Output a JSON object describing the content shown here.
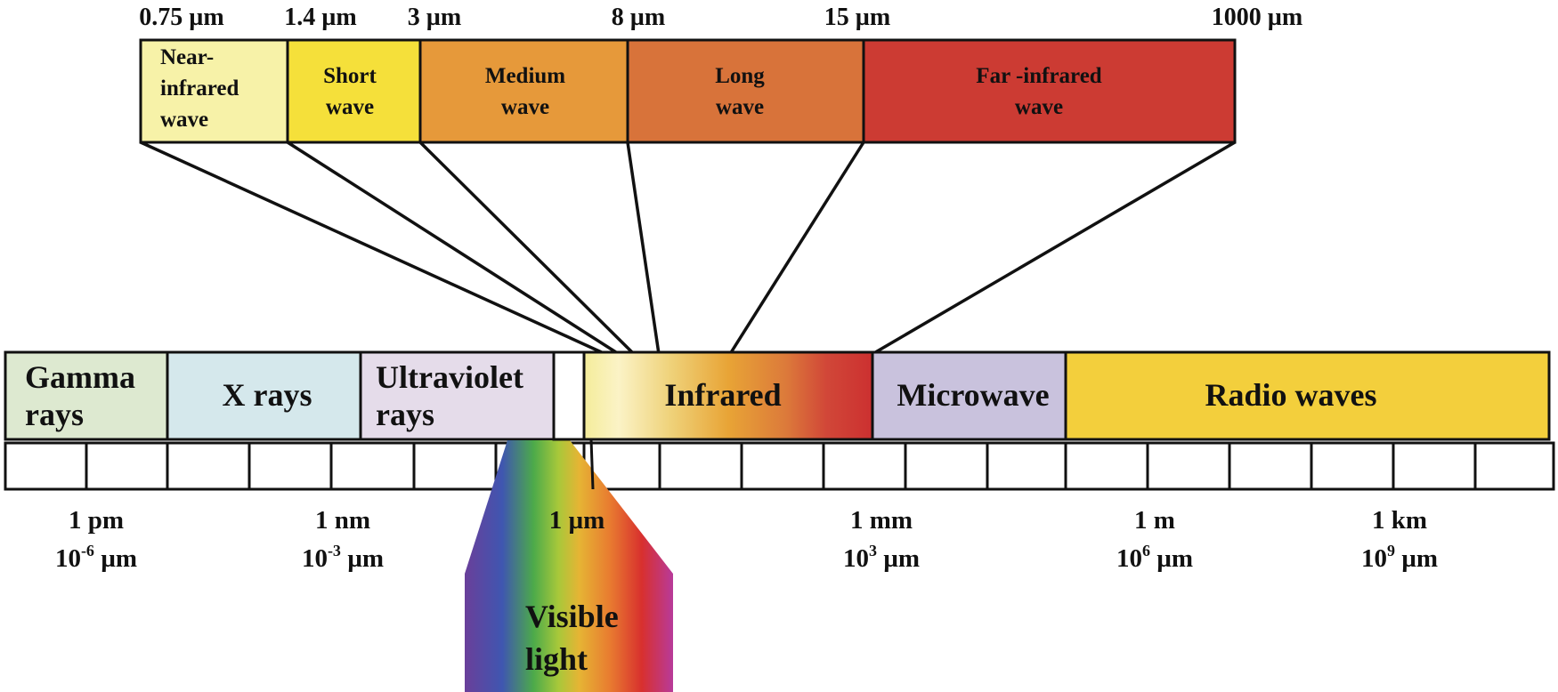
{
  "infrared_subbands": {
    "boundaries": [
      "0.75 µm",
      "1.4 µm",
      "3 µm",
      "8 µm",
      "15 µm",
      "1000 µm"
    ],
    "bands": [
      {
        "lines": [
          "Near-",
          "infrared",
          "wave"
        ],
        "color": "#f7f2a8"
      },
      {
        "lines": [
          "Short",
          "wave"
        ],
        "color": "#f5e03a"
      },
      {
        "lines": [
          "Medium",
          "wave"
        ],
        "color": "#e6993a"
      },
      {
        "lines": [
          "Long",
          "wave"
        ],
        "color": "#d8733a"
      },
      {
        "lines": [
          "Far -infrared",
          "wave"
        ],
        "color": "#cc3b33"
      }
    ]
  },
  "spectrum": {
    "bands": [
      {
        "lines": [
          "Gamma",
          "rays"
        ],
        "color": "#dde9d0"
      },
      {
        "lines": [
          "X rays"
        ],
        "color": "#d5e8ec"
      },
      {
        "lines": [
          "Ultraviolet",
          "rays"
        ],
        "color": "#e5dcea"
      },
      {
        "lines": [
          "Infrared"
        ],
        "color": "gradient-yellow-orange-red"
      },
      {
        "lines": [
          "Microwave"
        ],
        "color": "#c9c2dd"
      },
      {
        "lines": [
          "Radio waves"
        ],
        "color": "#f3cf3c"
      }
    ],
    "visible": {
      "lines": [
        "Visible",
        "light"
      ]
    }
  },
  "scale_labels": [
    {
      "value": "1 pm",
      "power": {
        "base": "10",
        "exp": "-6",
        "unit": " µm"
      }
    },
    {
      "value": "1 nm",
      "power": {
        "base": "10",
        "exp": "-3",
        "unit": " µm"
      }
    },
    {
      "value": "1 µm",
      "power": null
    },
    {
      "value": "1 mm",
      "power": {
        "base": "10",
        "exp": "3",
        "unit": " µm"
      }
    },
    {
      "value": "1 m",
      "power": {
        "base": "10",
        "exp": "6",
        "unit": " µm"
      }
    },
    {
      "value": "1 km",
      "power": {
        "base": "10",
        "exp": "9",
        "unit": " µm"
      }
    }
  ]
}
